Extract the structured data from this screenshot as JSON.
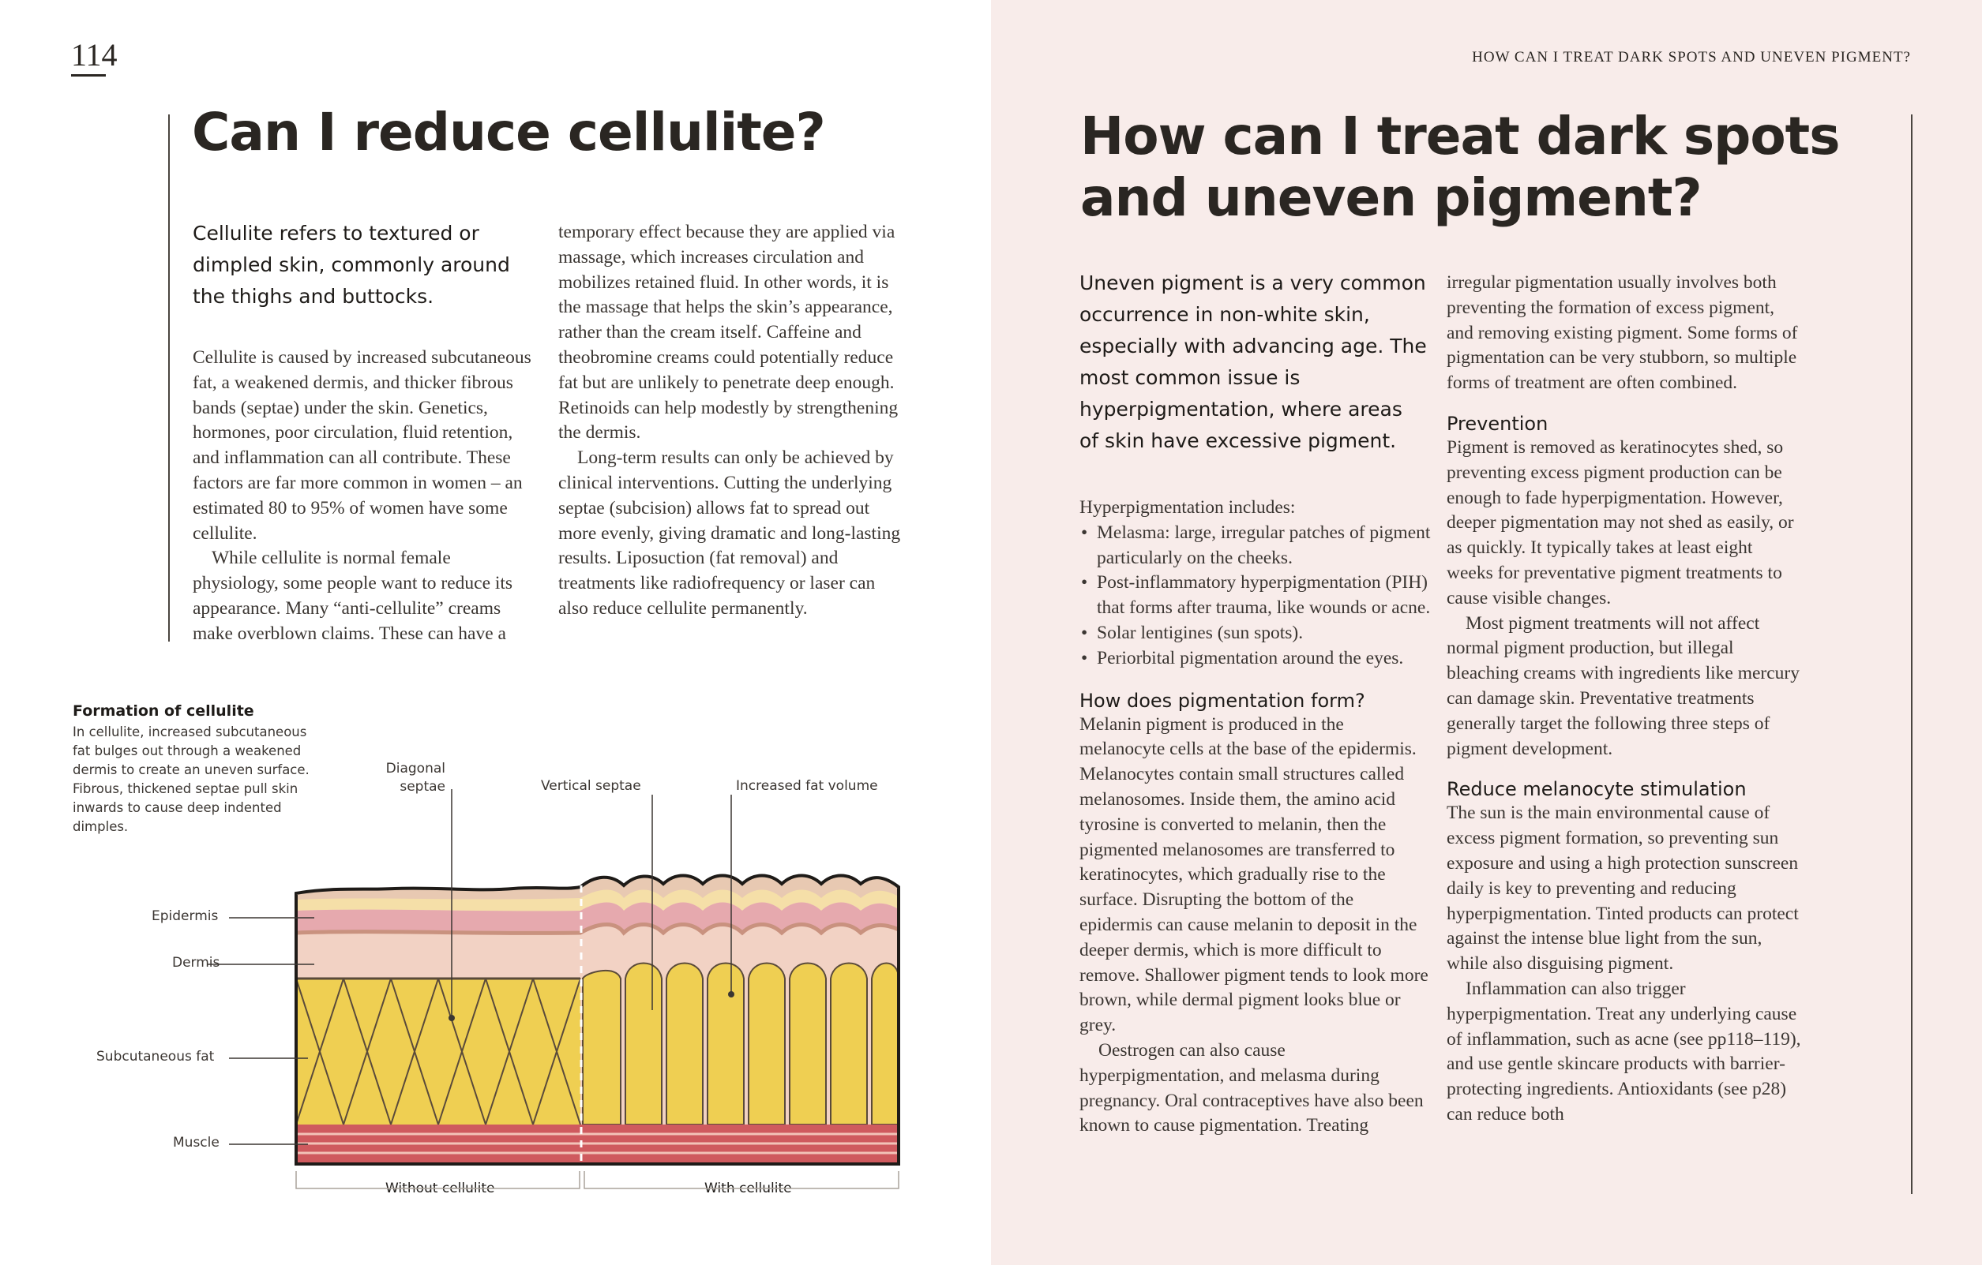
{
  "page_number": "114",
  "running_head": "HOW CAN I TREAT DARK SPOTS AND UNEVEN PIGMENT?",
  "left": {
    "title": "Can I reduce cellulite?",
    "intro": "Cellulite refers to textured or dimpled skin, commonly around the thighs and buttocks.",
    "col1": [
      "Cellulite is caused by increased subcutaneous fat, a weakened dermis, and thicker fibrous bands (septae) under the skin. Genetics, hormones, poor circulation, fluid retention, and inflammation can all contribute. These factors are far more common in women – an estimated 80 to 95% of women have some cellulite.",
      "While cellulite is normal female physiology, some people want to reduce its appearance. Many “anti-cellulite” creams make overblown claims. These can have a"
    ],
    "col2": [
      "temporary effect because they are applied via massage, which increases circulation and mobilizes retained fluid. In other words, it is the massage that helps the skin’s appearance, rather than the cream itself. Caffeine and theobromine creams could potentially reduce fat but are unlikely to penetrate deep enough. Retinoids can help modestly by strengthening the dermis.",
      "Long-term results can only be achieved by clinical interventions. Cutting the underlying septae (subcision) allows fat to spread out more evenly, giving dramatic and long-lasting results. Liposuction (fat removal) and treatments like radiofrequency or laser can also reduce cellulite permanently."
    ],
    "figure": {
      "title": "Formation of cellulite",
      "caption": "In cellulite, increased subcutaneous fat bulges out through a weakened dermis to create an uneven surface. Fibrous, thickened septae pull skin inwards to cause deep indented dimples.",
      "label_diagonal": "Diagonal septae",
      "label_vertical": "Vertical septae",
      "label_fat": "Increased fat volume",
      "label_epidermis": "Epidermis",
      "label_dermis": "Dermis",
      "label_subcutaneous": "Subcutaneous fat",
      "label_muscle": "Muscle",
      "label_without": "Without cellulite",
      "label_with": "With cellulite",
      "colors": {
        "epidermis_top": "#e8c9b2",
        "epidermis_band": "#f5dfa8",
        "pink": "#e6a9ae",
        "dermis": "#f2d2c4",
        "fat": "#efcf52",
        "muscle": "#cf5a5e"
      }
    }
  },
  "right": {
    "title_line1": "How can I treat dark spots",
    "title_line2": "and uneven pigment?",
    "intro": "Uneven pigment is a very common occurrence in non-white skin, especially with advancing age. The most common issue is hyperpigmentation, where areas of skin have excessive pigment.",
    "list_intro": "Hyperpigmentation includes:",
    "list": [
      "Melasma: large, irregular patches of pigment particularly on the cheeks.",
      "Post-inflammatory hyperpigmentation (PIH) that forms after trauma, like wounds or acne.",
      "Solar lentigines (sun spots).",
      "Periorbital pigmentation around the eyes."
    ],
    "subhead_form": "How does pigmentation form?",
    "form_p1": "Melanin pigment is produced in the melanocyte cells at the base of the epidermis. Melanocytes contain small structures called melanosomes. Inside them, the amino acid tyrosine is converted to melanin, then the pigmented melanosomes are transferred to keratinocytes, which gradually rise to the surface. Disrupting the bottom of the epidermis can cause melanin to deposit in the deeper dermis, which is more difficult to remove. Shallower pigment tends to look more brown, while dermal pigment looks blue or grey.",
    "form_p2": "Oestrogen can also cause hyperpigmentation, and melasma during pregnancy. Oral contraceptives have also been known to cause pigmentation. Treating",
    "col2_p1": "irregular pigmentation usually involves both preventing the formation of excess pigment, and removing existing pigment. Some forms of pigmentation can be very stubborn, so multiple forms of treatment are often combined.",
    "subhead_prevention": "Prevention",
    "prev_p1": "Pigment is removed as keratinocytes shed, so preventing excess pigment production can be enough to fade hyperpigmentation. However, deeper pigmentation may not shed as easily, or as quickly. It typically takes at least eight weeks for preventative pigment treatments to cause visible changes.",
    "prev_p2": "Most pigment treatments will not affect normal pigment production, but illegal bleaching creams with ingredients like mercury can damage skin. Preventative treatments generally target the following three steps of pigment development.",
    "subhead_reduce": "Reduce melanocyte stimulation",
    "reduce_p1": "The sun is the main environmental cause of excess pigment formation, so preventing sun exposure and using a high protection sunscreen daily is key to preventing and reducing hyperpigmentation. Tinted products can protect against the intense blue light from the sun, while also disguising pigment.",
    "reduce_p2": "Inflammation can also trigger hyperpigmentation. Treat any underlying cause of inflammation, such as acne (see pp118–119), and use gentle skincare products with barrier-protecting ingredients. Antioxidants (see p28) can reduce both"
  }
}
